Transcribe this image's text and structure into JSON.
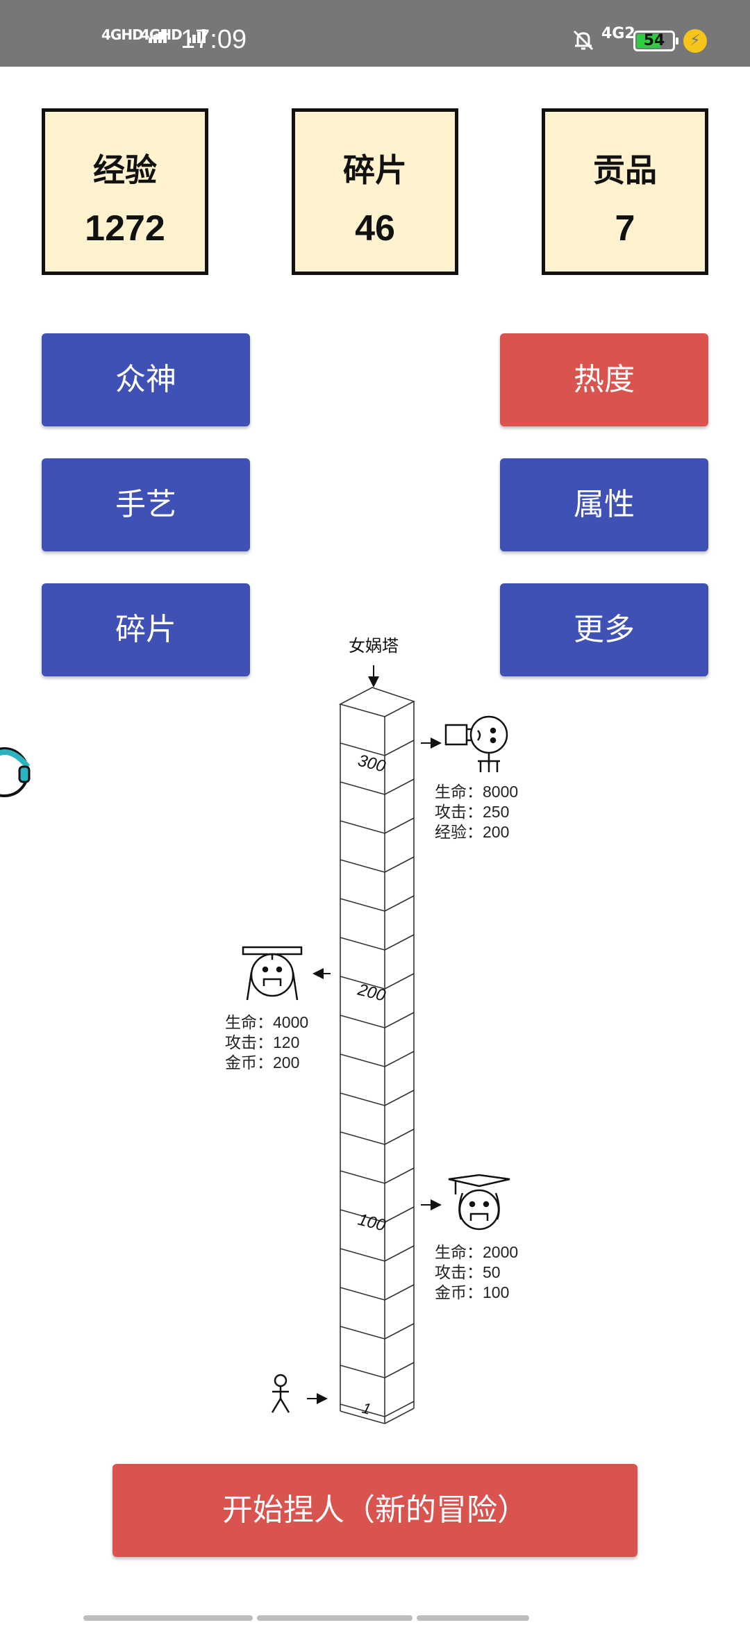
{
  "status_bar": {
    "sim1": "4GHD",
    "sim2": "4GHD",
    "time": "17:09",
    "network": "4G2",
    "battery": "54"
  },
  "stats": [
    {
      "label": "经验",
      "value": "1272"
    },
    {
      "label": "碎片",
      "value": "46"
    },
    {
      "label": "贡品",
      "value": "7"
    }
  ],
  "buttons": {
    "gods": "众神",
    "heat": "热度",
    "craft": "手艺",
    "attributes": "属性",
    "fragments": "碎片",
    "more": "更多"
  },
  "tower": {
    "title": "女娲塔",
    "floor_labels": [
      "300",
      "200",
      "100",
      "1"
    ],
    "boss_300": [
      "生命：8000",
      "攻击：250",
      "经验：200"
    ],
    "boss_200": [
      "生命：4000",
      "攻击：120",
      "金币：200"
    ],
    "boss_100": [
      "生命：2000",
      "攻击：50",
      "金币：100"
    ]
  },
  "start_button": "开始捏人（新的冒险）",
  "colors": {
    "blue": "#3f51b5",
    "red": "#d9534f",
    "stat_bg": "#fff3cf"
  }
}
